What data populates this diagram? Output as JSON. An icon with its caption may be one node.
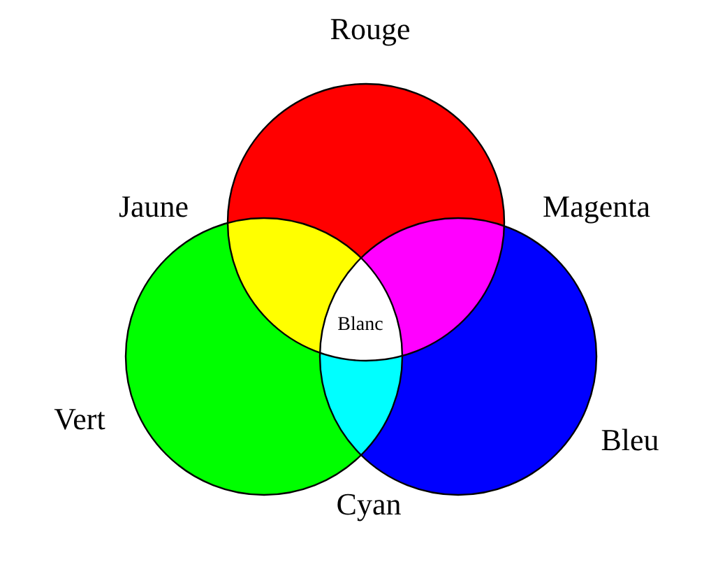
{
  "diagram": {
    "nodes": [
      {
        "text": [
          "Rouge"
        ]
      },
      {
        "text": [
          "Vert"
        ]
      },
      {
        "text": [
          "Bleu"
        ]
      }
    ],
    "labels": [
      "Jaune",
      "Magenta",
      "Blanc",
      "Cyan"
    ]
  }
}
